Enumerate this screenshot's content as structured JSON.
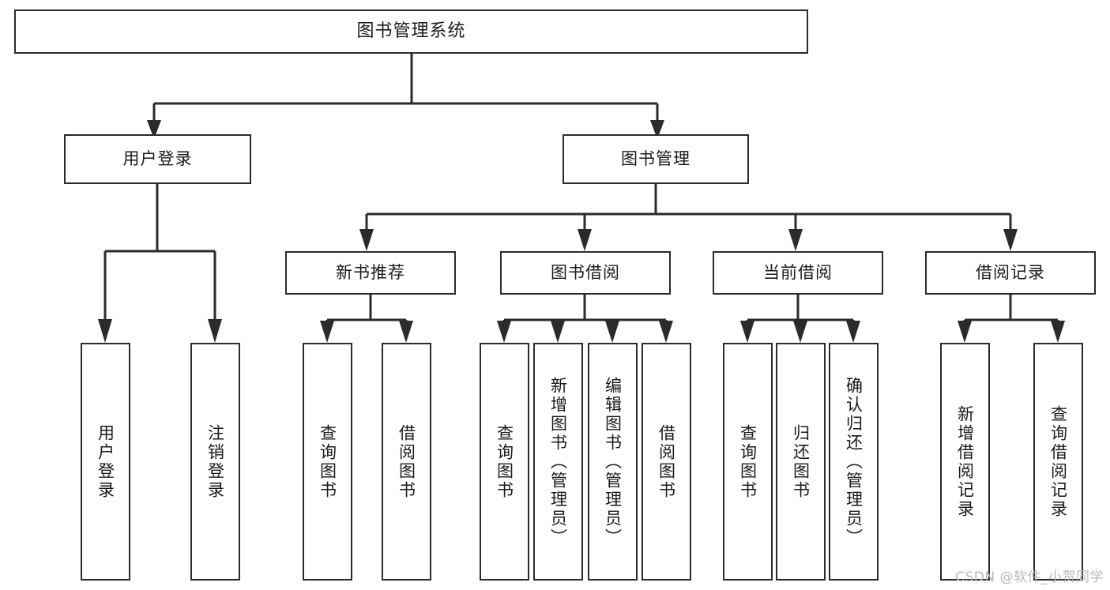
{
  "diagram": {
    "title": "图书管理系统",
    "root": {
      "id": "root",
      "label": "图书管理系统"
    },
    "level1": [
      {
        "id": "user-login",
        "label": "用户登录"
      },
      {
        "id": "book-manage",
        "label": "图书管理"
      }
    ],
    "level2": [
      {
        "id": "new-book-rec",
        "label": "新书推荐",
        "parent": "book-manage"
      },
      {
        "id": "book-borrow",
        "label": "图书借阅",
        "parent": "book-manage"
      },
      {
        "id": "current-borrow",
        "label": "当前借阅",
        "parent": "book-manage"
      },
      {
        "id": "borrow-record",
        "label": "借阅记录",
        "parent": "book-manage"
      }
    ],
    "leaves": [
      {
        "id": "leaf-user-login",
        "label": "用户登录",
        "parent": "user-login"
      },
      {
        "id": "leaf-logout",
        "label": "注销登录",
        "parent": "user-login"
      },
      {
        "id": "leaf-query-book-1",
        "label": "查询图书",
        "parent": "new-book-rec"
      },
      {
        "id": "leaf-borrow-book-1",
        "label": "借阅图书",
        "parent": "new-book-rec"
      },
      {
        "id": "leaf-query-book-2",
        "label": "查询图书",
        "parent": "book-borrow"
      },
      {
        "id": "leaf-add-book",
        "label": "新增图书（管理员）",
        "parent": "book-borrow"
      },
      {
        "id": "leaf-edit-book",
        "label": "编辑图书（管理员）",
        "parent": "book-borrow"
      },
      {
        "id": "leaf-borrow-book-2",
        "label": "借阅图书",
        "parent": "book-borrow"
      },
      {
        "id": "leaf-query-book-3",
        "label": "查询图书",
        "parent": "current-borrow"
      },
      {
        "id": "leaf-return-book",
        "label": "归还图书",
        "parent": "current-borrow"
      },
      {
        "id": "leaf-confirm-return",
        "label": "确认归还（管理员）",
        "parent": "current-borrow"
      },
      {
        "id": "leaf-add-record",
        "label": "新增借阅记录",
        "parent": "borrow-record"
      },
      {
        "id": "leaf-query-record",
        "label": "查询借阅记录",
        "parent": "borrow-record"
      }
    ],
    "style": {
      "stroke_color": "#2b2b2b",
      "fill_color": "#ffffff",
      "text_color": "#1a1a1a",
      "stroke_width": 2
    }
  },
  "watermark": {
    "text": "CSDN @软件_小贺同学",
    "color": "#b9b9b9"
  }
}
